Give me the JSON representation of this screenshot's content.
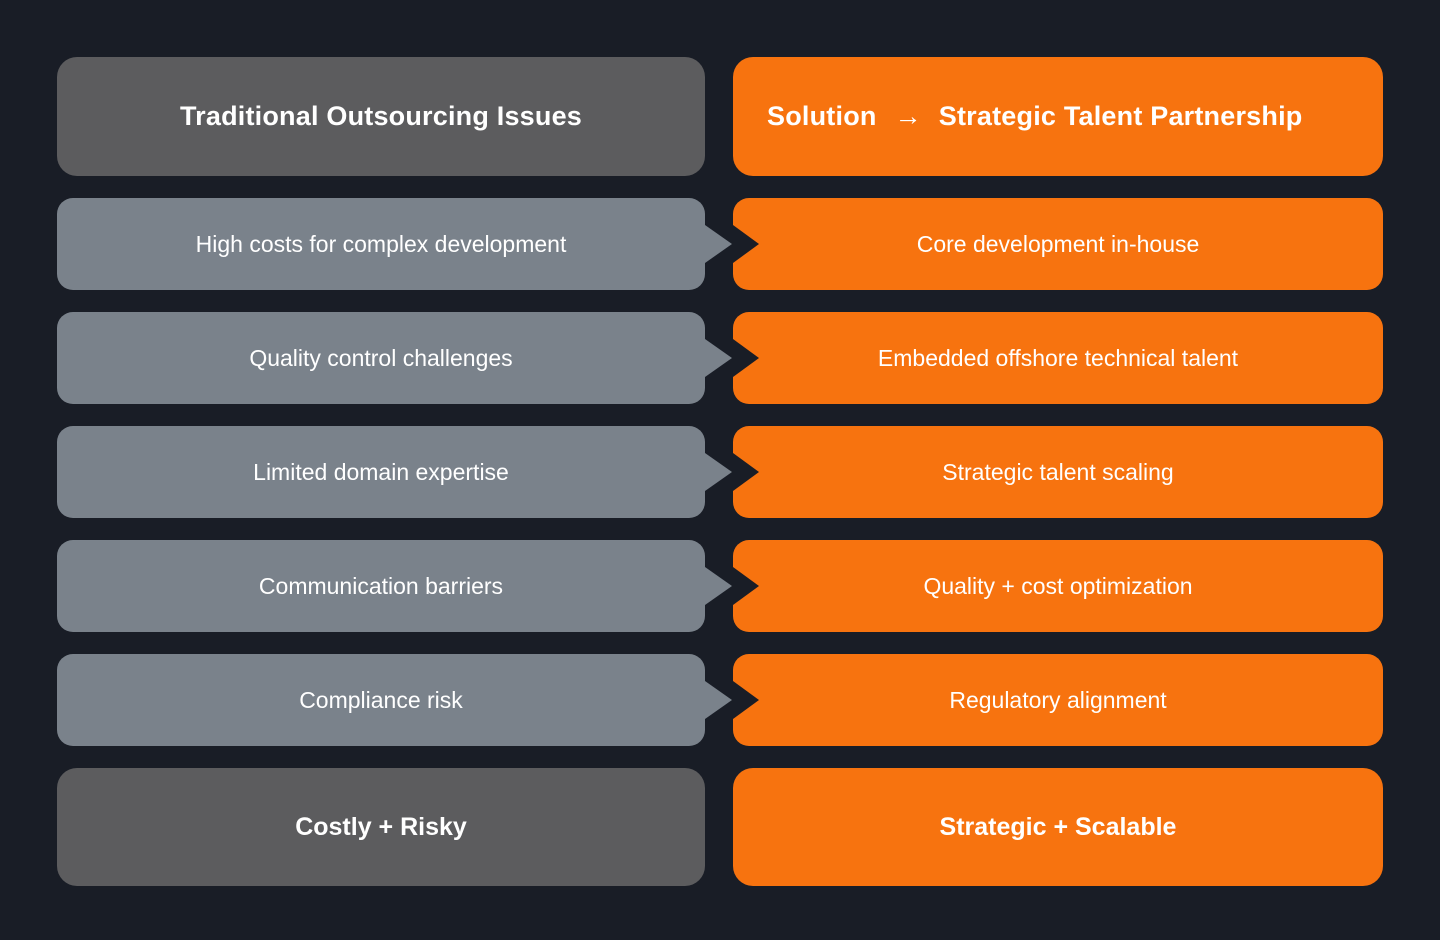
{
  "colors": {
    "background": "#191d26",
    "accent_orange": "#f7730f",
    "item_gray": "#7a828b",
    "strong_gray": "#5c5c5e",
    "text": "#ffffff"
  },
  "left_column": {
    "header_label": "Traditional Outsourcing Issues",
    "items": [
      "High costs for complex development",
      "Quality control challenges",
      "Limited domain expertise",
      "Communication barriers",
      "Compliance risk"
    ],
    "footer_label": "Costly + Risky"
  },
  "right_column": {
    "header": {
      "solution_label": "Solution",
      "arrow_glyph": "→",
      "title": "Strategic Talent Partnership"
    },
    "items": [
      "Core development in-house",
      "Embedded offshore technical talent",
      "Strategic talent scaling",
      "Quality + cost optimization",
      "Regulatory alignment"
    ],
    "footer_label": "Strategic + Scalable"
  }
}
